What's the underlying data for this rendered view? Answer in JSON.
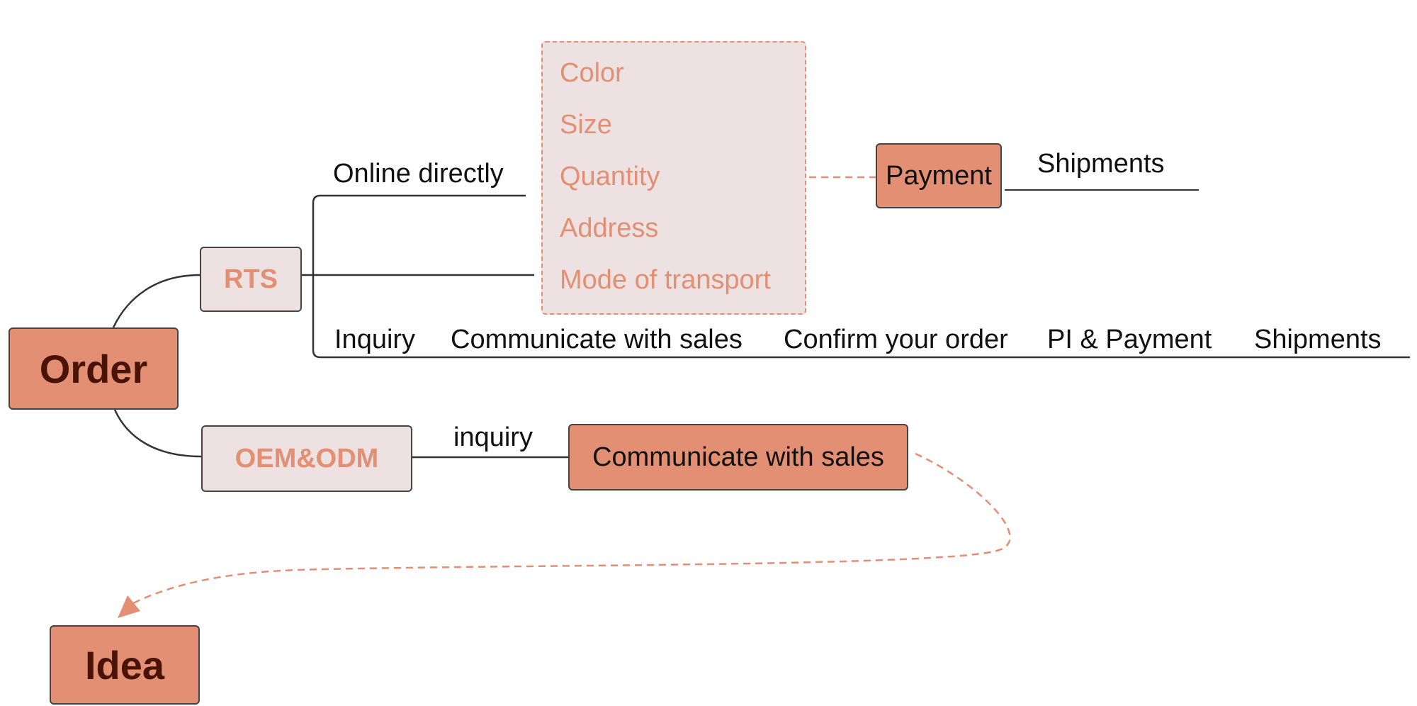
{
  "nodes": {
    "order": "Order",
    "rts": "RTS",
    "oem_odm": "OEM&ODM",
    "payment": "Payment",
    "communicate_box": "Communicate with sales",
    "idea": "Idea"
  },
  "labels": {
    "online_directly": "Online directly",
    "shipments_top": "Shipments",
    "inquiry": "Inquiry",
    "communicate_with_sales": "Communicate with sales",
    "confirm_order": "Confirm your order",
    "pi_payment": "PI & Payment",
    "shipments_bottom": "Shipments",
    "inquiry_lower": "inquiry"
  },
  "detail_items": [
    "Color",
    "Size",
    "Quantity",
    "Address",
    "Mode of transport"
  ],
  "colors": {
    "accent": "#e28f74",
    "light_fill": "#ede2e1",
    "root_text": "#4a1308",
    "line": "#333333"
  }
}
